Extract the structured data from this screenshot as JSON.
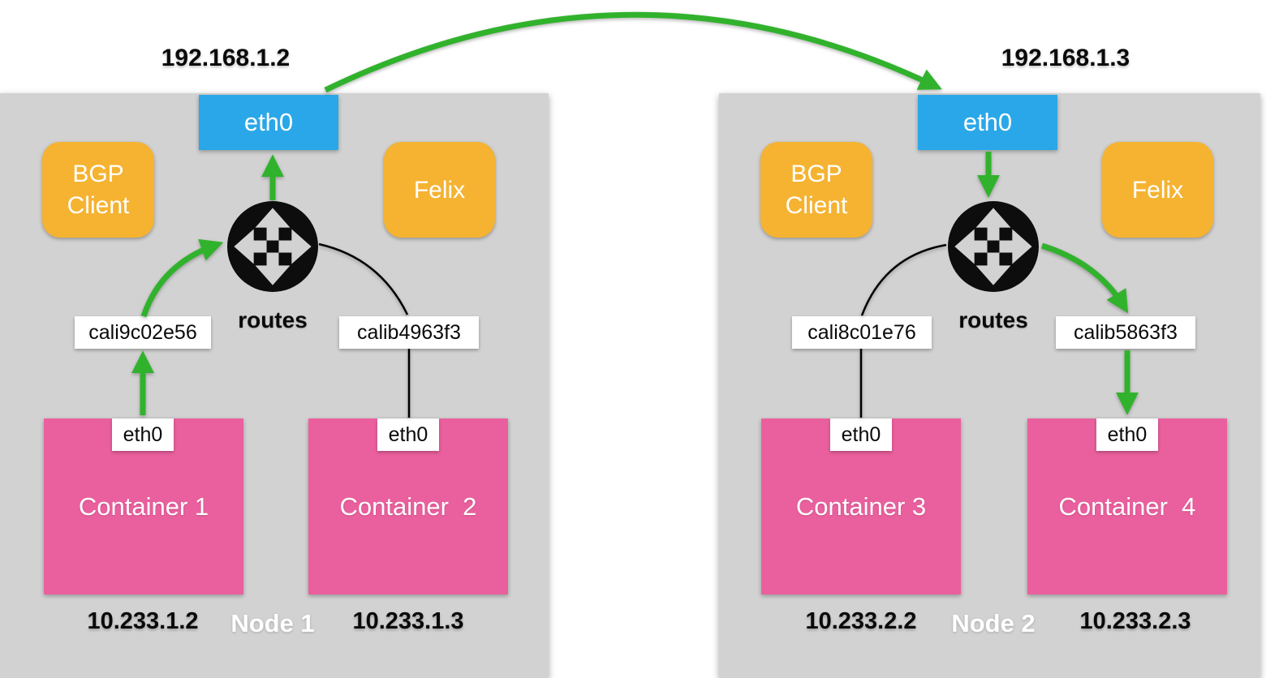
{
  "colors": {
    "node_background": "#d2d2d2",
    "host_interface_blue": "#2aa7e8",
    "service_orange": "#f5b331",
    "container_pink": "#ea609e",
    "flow_green": "#31b22c",
    "line_black": "#000000"
  },
  "icons": {
    "router": "router-icon-4-way-arrows"
  },
  "nodes": [
    {
      "name": "Node 1",
      "host_ip": "192.168.1.2",
      "host_iface": "eth0",
      "bgp_client": "BGP Client",
      "felix": "Felix",
      "routes": "routes",
      "veth_left": "cali9c02e56",
      "veth_right": "calib4963f3",
      "containers": [
        {
          "label": "Container 1",
          "iface": "eth0",
          "ip": "10.233.1.2"
        },
        {
          "label": "Container  2",
          "iface": "eth0",
          "ip": "10.233.1.3"
        }
      ]
    },
    {
      "name": "Node 2",
      "host_ip": "192.168.1.3",
      "host_iface": "eth0",
      "bgp_client": "BGP Client",
      "felix": "Felix",
      "routes": "routes",
      "veth_left": "cali8c01e76",
      "veth_right": "calib5863f3",
      "containers": [
        {
          "label": "Container 3",
          "iface": "eth0",
          "ip": "10.233.2.2"
        },
        {
          "label": "Container  4",
          "iface": "eth0",
          "ip": "10.233.2.3"
        }
      ]
    }
  ]
}
